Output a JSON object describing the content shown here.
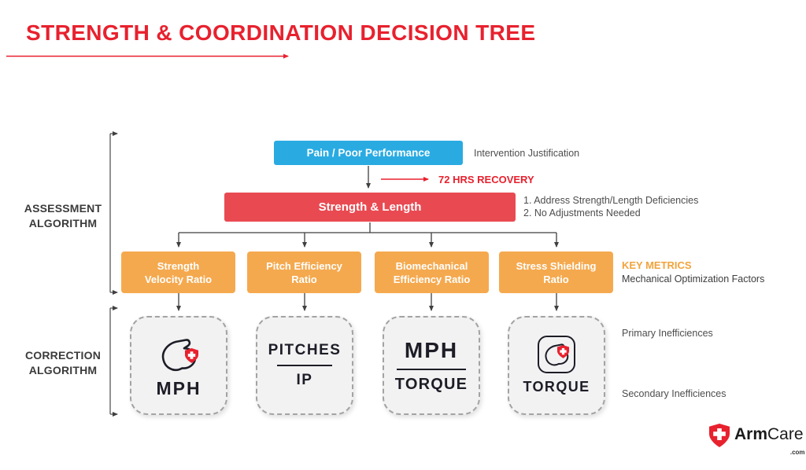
{
  "title": "STRENGTH & COORDINATION DECISION TREE",
  "colors": {
    "accent_red": "#E8212E",
    "box_red": "#E94A52",
    "box_blue": "#29ABE2",
    "box_orange": "#F5A94E"
  },
  "flow": {
    "pain_box": "Pain / Poor Performance",
    "pain_note": "Intervention Justification",
    "recovery_label": "72 HRS RECOVERY",
    "strength_box": "Strength & Length",
    "strength_notes": [
      "1. Address Strength/Length Deficiencies",
      "2. No Adjustments Needed"
    ],
    "metrics": [
      {
        "label": "Strength\nVelocity Ratio"
      },
      {
        "label": "Pitch Efficiency\nRatio"
      },
      {
        "label": "Biomechanical\nEfficiency Ratio"
      },
      {
        "label": "Stress Shielding\nRatio"
      }
    ],
    "key_metrics_title": "KEY METRICS",
    "key_metrics_sub": "Mechanical Optimization Factors",
    "cards": [
      {
        "kind": "icon",
        "icon": "bicep-icon",
        "text": "MPH"
      },
      {
        "kind": "fraction",
        "top": "PITCHES",
        "bottom": "IP"
      },
      {
        "kind": "fraction",
        "top": "MPH",
        "bottom": "TORQUE"
      },
      {
        "kind": "icon",
        "icon": "bicep-icon",
        "text": "TORQUE"
      }
    ],
    "primary_note": "Primary Inefficiences",
    "secondary_note": "Secondary Inefficiences"
  },
  "side": {
    "assessment": "ASSESSMENT\nALGORITHM",
    "correction": "CORRECTION\nALGORITHM"
  },
  "logo": {
    "bold": "Arm",
    "light": "Care",
    "tld": ".com"
  }
}
